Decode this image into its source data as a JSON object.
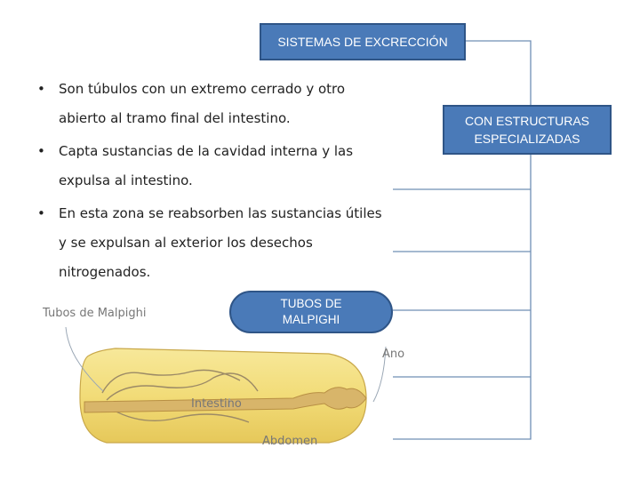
{
  "title": "SISTEMAS DE EXCRECCIÓN",
  "side_box": "CON ESTRUCTURAS\nESPECIALIZADAS",
  "bullets": [
    "Son túbulos con un extremo cerrado y otro abierto al tramo final del intestino.",
    "Capta sustancias de la cavidad interna y las expulsa al intestino.",
    "En esta zona se reabsorben las sustancias útiles y se expulsan al exterior los desechos nitrogenados."
  ],
  "bullet_symbol": "•",
  "pill": "TUBOS DE\nMALPIGHI",
  "illustration_labels": {
    "tubos": "Tubos de Malpighi",
    "ano": "Ano",
    "intestino": "Intestino",
    "abdomen": "Abdomen"
  },
  "colors": {
    "box_fill": "#4a7ab8",
    "box_border": "#2f5587",
    "connector": "#6f8fb5",
    "abdomen_fill": "#f2dc78",
    "intestine_fill": "#d8b56a"
  }
}
